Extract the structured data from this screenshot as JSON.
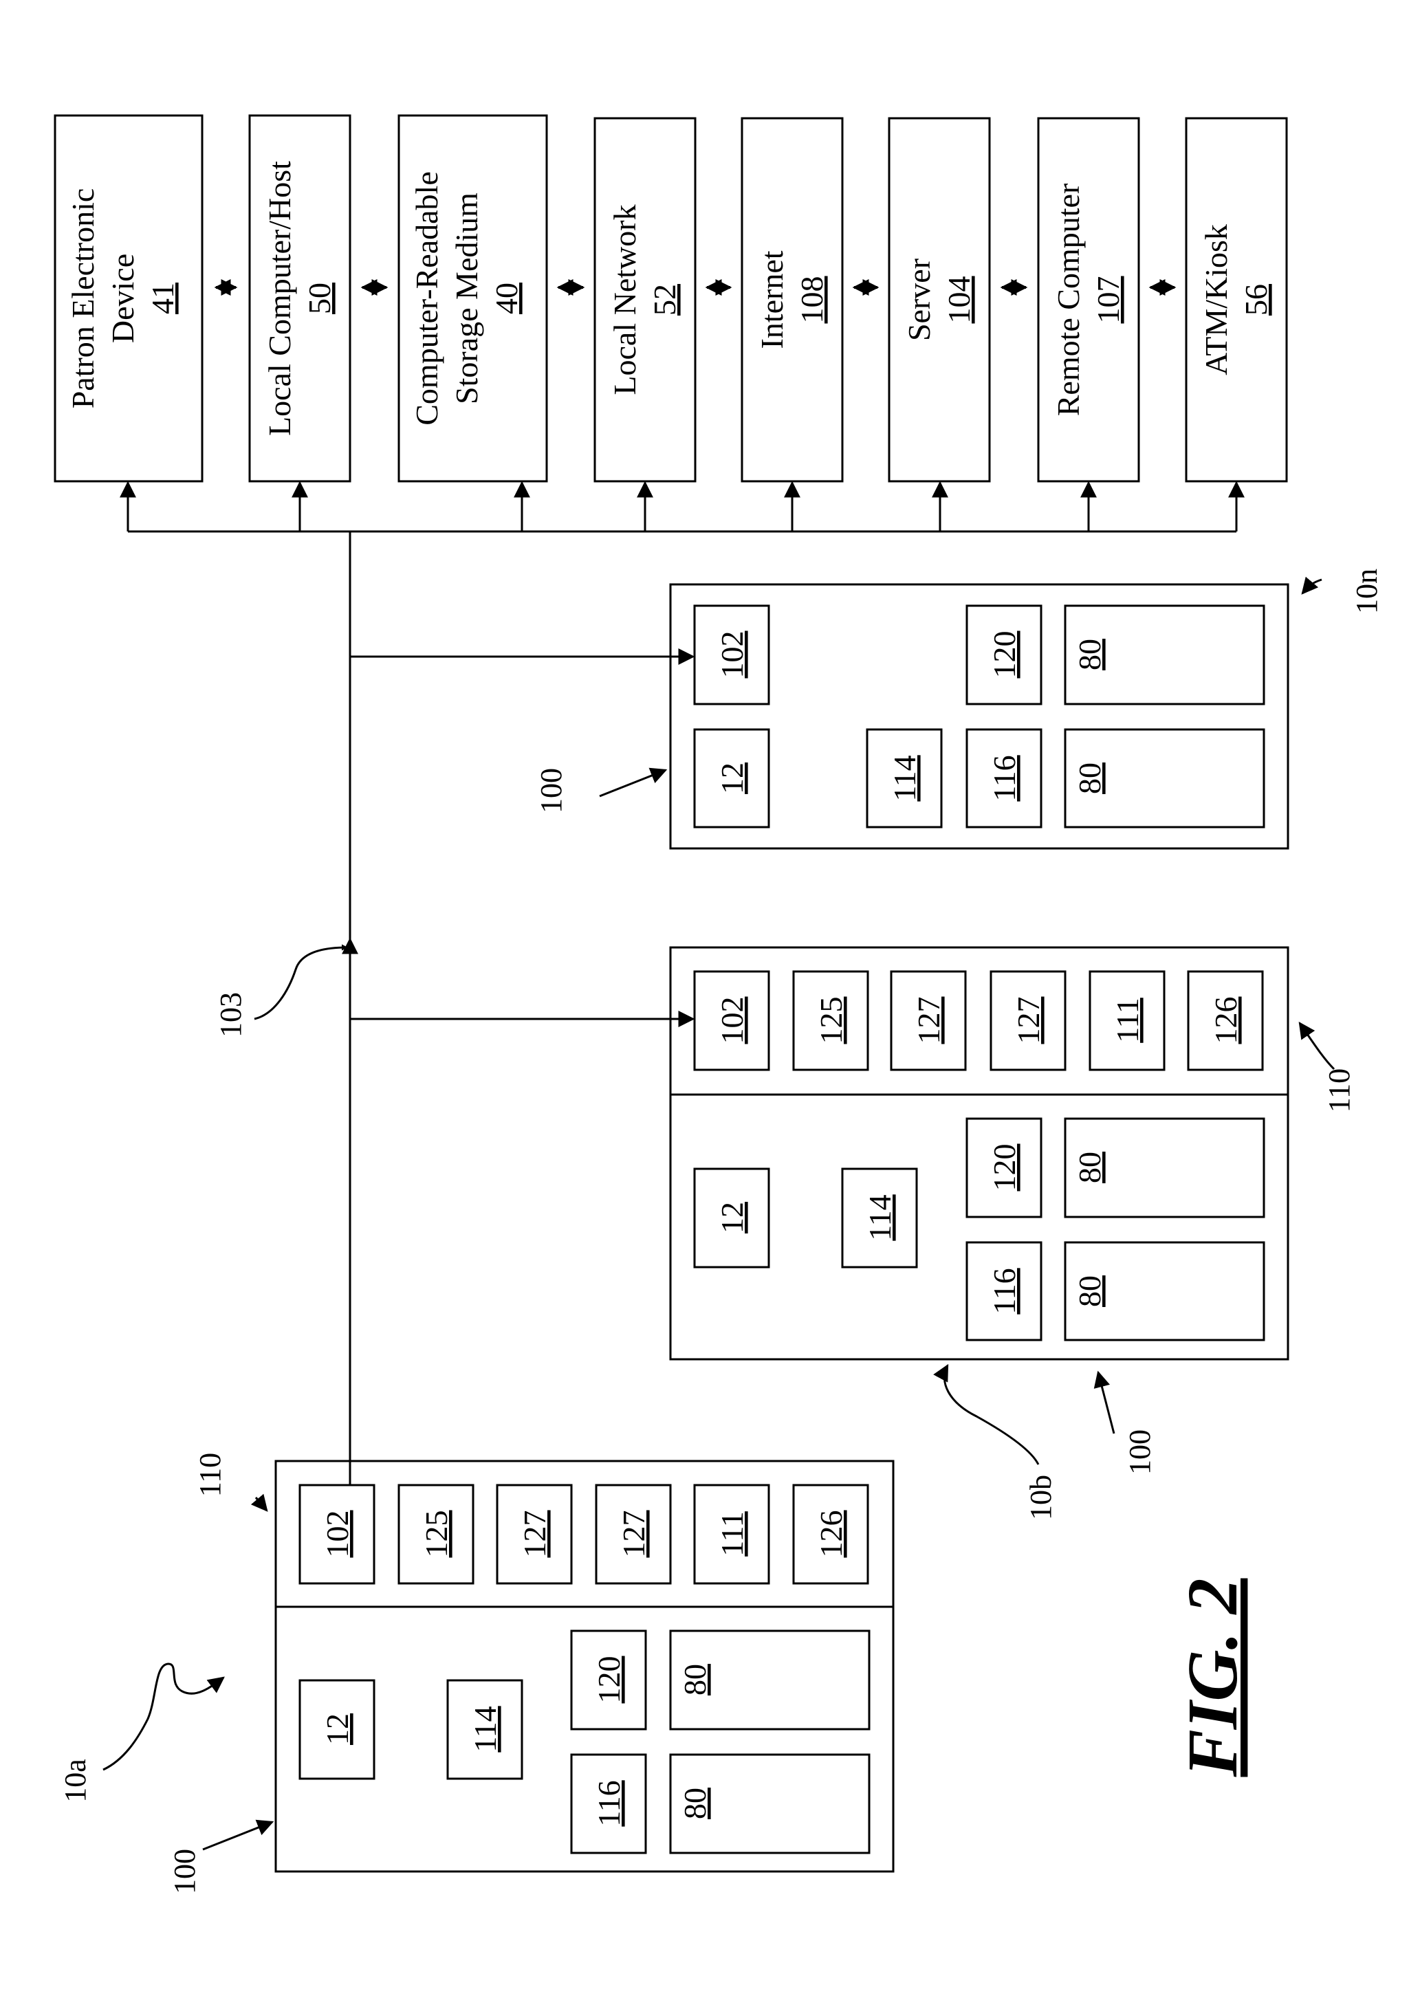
{
  "figure_label": "FIG. 2",
  "network": {
    "ref": "103",
    "devices": [
      {
        "lines": [
          "Patron Electronic",
          "Device"
        ],
        "num": "41"
      },
      {
        "lines": [
          "Local Computer/Host"
        ],
        "num": "50"
      },
      {
        "lines": [
          "Computer-Readable",
          "Storage Medium"
        ],
        "num": "40"
      },
      {
        "lines": [
          "Local Network"
        ],
        "num": "52"
      },
      {
        "lines": [
          "Internet"
        ],
        "num": "108"
      },
      {
        "lines": [
          "Server"
        ],
        "num": "104"
      },
      {
        "lines": [
          "Remote Computer"
        ],
        "num": "107"
      },
      {
        "lines": [
          "ATM/Kiosk"
        ],
        "num": "56"
      }
    ]
  },
  "machine_a": {
    "ref": "10a",
    "body_ref": "100",
    "top_ref": "110",
    "top_boxes": [
      "102",
      "125",
      "127",
      "127",
      "111",
      "126"
    ],
    "body_boxes": [
      "12",
      "114",
      "116",
      "120",
      "80",
      "80"
    ]
  },
  "machine_b": {
    "ref": "10b",
    "body_ref": "100",
    "top_ref": "110",
    "top_boxes": [
      "102",
      "125",
      "127",
      "127",
      "111",
      "126"
    ],
    "body_boxes": [
      "12",
      "114",
      "116",
      "120",
      "80",
      "80"
    ]
  },
  "machine_n": {
    "ref": "10n",
    "body_ref": "100",
    "boxes": [
      "12",
      "102",
      "114",
      "116",
      "120",
      "80",
      "80"
    ]
  }
}
